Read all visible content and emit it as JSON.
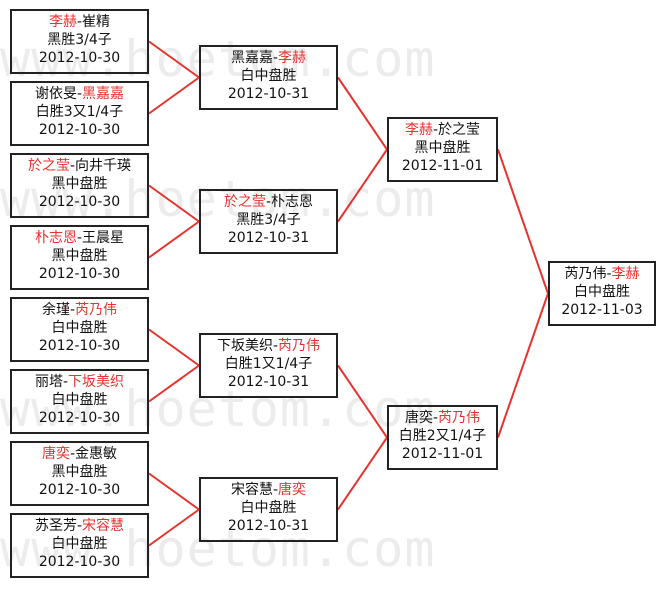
{
  "watermark": "www.hoetom.com",
  "rounds": [
    {
      "name": "round-1",
      "matches": [
        {
          "p1": "李赫",
          "p2": "崔精",
          "winner": 1,
          "result": "黑胜3/4子",
          "date": "2012-10-30"
        },
        {
          "p1": "谢依旻",
          "p2": "黑嘉嘉",
          "winner": 2,
          "result": "白胜3又1/4子",
          "date": "2012-10-30"
        },
        {
          "p1": "於之莹",
          "p2": "向井千瑛",
          "winner": 1,
          "result": "黑中盘胜",
          "date": "2012-10-30"
        },
        {
          "p1": "朴志恩",
          "p2": "王晨星",
          "winner": 1,
          "result": "黑中盘胜",
          "date": "2012-10-30"
        },
        {
          "p1": "余瑾",
          "p2": "芮乃伟",
          "winner": 2,
          "result": "白中盘胜",
          "date": "2012-10-30"
        },
        {
          "p1": "丽塔",
          "p2": "下坂美织",
          "winner": 2,
          "result": "白中盘胜",
          "date": "2012-10-30"
        },
        {
          "p1": "唐奕",
          "p2": "金惠敏",
          "winner": 1,
          "result": "黑中盘胜",
          "date": "2012-10-30"
        },
        {
          "p1": "苏圣芳",
          "p2": "宋容慧",
          "winner": 2,
          "result": "白中盘胜",
          "date": "2012-10-30"
        }
      ]
    },
    {
      "name": "round-2",
      "matches": [
        {
          "p1": "黑嘉嘉",
          "p2": "李赫",
          "winner": 2,
          "result": "白中盘胜",
          "date": "2012-10-31"
        },
        {
          "p1": "於之莹",
          "p2": "朴志恩",
          "winner": 1,
          "result": "黑胜3/4子",
          "date": "2012-10-31"
        },
        {
          "p1": "下坂美织",
          "p2": "芮乃伟",
          "winner": 2,
          "result": "白胜1又1/4子",
          "date": "2012-10-31"
        },
        {
          "p1": "宋容慧",
          "p2": "唐奕",
          "winner": 2,
          "result": "白中盘胜",
          "date": "2012-10-31"
        }
      ]
    },
    {
      "name": "round-3",
      "matches": [
        {
          "p1": "李赫",
          "p2": "於之莹",
          "winner": 1,
          "result": "黑中盘胜",
          "date": "2012-11-01"
        },
        {
          "p1": "唐奕",
          "p2": "芮乃伟",
          "winner": 2,
          "result": "白胜2又1/4子",
          "date": "2012-11-01"
        }
      ]
    },
    {
      "name": "final",
      "matches": [
        {
          "p1": "芮乃伟",
          "p2": "李赫",
          "winner": 2,
          "result": "白中盘胜",
          "date": "2012-11-03"
        }
      ]
    }
  ],
  "colors": {
    "winner": "#e8322f",
    "connector": "#e8322f",
    "border": "#222222",
    "text": "#111111",
    "watermark": "#ececec"
  }
}
